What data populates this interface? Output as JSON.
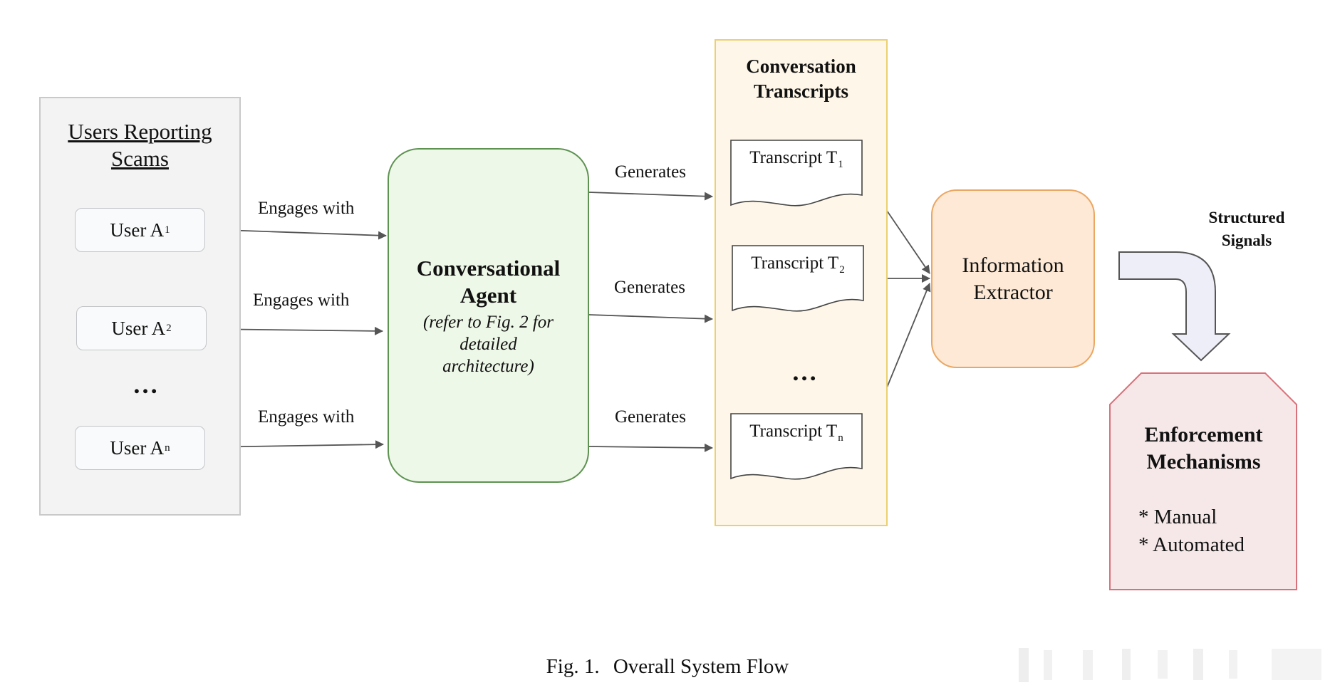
{
  "users_panel": {
    "title_line1": "Users Reporting",
    "title_line2": "Scams",
    "users": [
      {
        "name": "User A",
        "sub": "1"
      },
      {
        "name": "User A",
        "sub": "2"
      },
      {
        "name": "User A",
        "sub": "n"
      }
    ],
    "ellipsis": "…"
  },
  "edges": {
    "engages_label": "Engages with",
    "generates_label": "Generates"
  },
  "agent": {
    "title_line1": "Conversational",
    "title_line2": "Agent",
    "note_line1": "(refer to Fig. 2 for",
    "note_line2": "detailed",
    "note_line3": "architecture)"
  },
  "transcripts_panel": {
    "title_line1": "Conversation",
    "title_line2": "Transcripts",
    "transcripts": [
      {
        "name": "Transcript T",
        "sub": "1"
      },
      {
        "name": "Transcript T",
        "sub": "2"
      },
      {
        "name": "Transcript T",
        "sub": "n"
      }
    ],
    "ellipsis": "…"
  },
  "extractor": {
    "line1": "Information",
    "line2": "Extractor"
  },
  "signals": {
    "line1": "Structured",
    "line2": "Signals"
  },
  "enforcement": {
    "title_line1": "Enforcement",
    "title_line2": "Mechanisms",
    "items": [
      "* Manual",
      "* Automated"
    ]
  },
  "caption": {
    "fig": "Fig. 1.",
    "text": "Overall System Flow"
  },
  "colors": {
    "users_panel_fill": "#f3f3f3",
    "agent_fill": "#eef8e8",
    "agent_border": "#5d9250",
    "transcripts_fill": "#fef6e8",
    "transcripts_border": "#ecd070",
    "extractor_fill": "#fde9d6",
    "extractor_border": "#eba661",
    "enforcement_fill": "#f6e8e8",
    "enforcement_border": "#d9717a",
    "signals_arrow_fill": "#eeeef8",
    "arrow": "#555555"
  }
}
